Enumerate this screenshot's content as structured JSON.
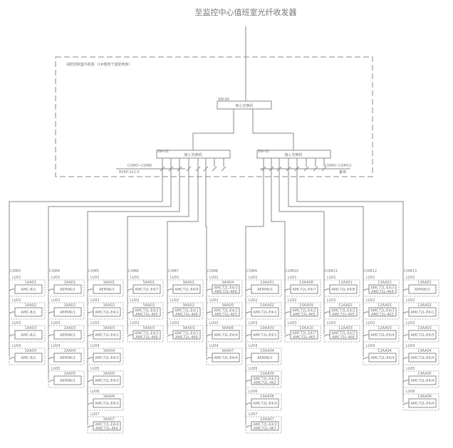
{
  "title": "至监控中心值班室光纤收发器",
  "enclosure_label": "消防控制室内机柜（1#楼地下室配电房）",
  "core_switch": {
    "tag": "SW-00",
    "label": "核心交换机"
  },
  "left_switch": {
    "tag": "SW-01",
    "label": "接入交换机",
    "port_note": "COM3~COM8",
    "cable_note": "RVSP-2x1.0"
  },
  "right_switch": {
    "tag": "SW-02",
    "label": "接入交换机",
    "port_note": "COM9~COM13",
    "cable_note": "备用"
  },
  "columns": [
    {
      "com": "COM3",
      "modules": [
        [
          "LU01",
          "1AA01",
          "AMC-B/1"
        ],
        [
          "LU02",
          "1AA02",
          "AMC-B/1"
        ],
        [
          "LU03",
          "1AA03",
          "AMC-B/1"
        ],
        [
          "LU04",
          "1AA04",
          "AMC-B/1"
        ]
      ]
    },
    {
      "com": "COM4",
      "modules": [
        [
          "LU01",
          "2AA01",
          "AEM96/1"
        ],
        [
          "LU02",
          "2AA02",
          "AEM96/1"
        ],
        [
          "LU03",
          "2AA03",
          "AEM96/1"
        ],
        [
          "LU04",
          "2AA04",
          "AEM96/1"
        ],
        [
          "LU05",
          "2AA05",
          "AEM96/1"
        ]
      ]
    },
    {
      "com": "COM5",
      "modules": [
        [
          "LU01",
          "3AA01",
          "AEM96/1"
        ],
        [
          "LU02",
          "3AA02",
          "AMC72L-E4/1"
        ],
        [
          "LU03",
          "3AA03",
          "AMC72L-E4/1"
        ],
        [
          "LU04",
          "3AA04",
          "AMC72L-E4/3"
        ],
        [
          "LU05",
          "3AA05",
          "AMC72L-E4/3"
        ],
        [
          "LU06",
          "3AA06",
          "AMC72L-E4/3"
        ],
        [
          "LU07",
          "3AA07",
          "AMC72L-E4/4",
          "AMC72L-4K4"
        ]
      ]
    },
    {
      "com": "COM6",
      "modules": [
        [
          "LU01",
          "5AA01",
          "AMC72L-E4/7"
        ],
        [
          "LU02",
          "5AA02",
          "AMC72L-E4/2",
          "AMC72L-4K5"
        ],
        [
          "LU03",
          "5AA03",
          "AMC72L-E4/2",
          "AMC72L-4K6"
        ]
      ]
    },
    {
      "com": "COM7",
      "modules": [
        [
          "LU01",
          "9AA01",
          "AMC72L-E4/9"
        ],
        [
          "LU02",
          "9AA02",
          "AMC72L-E4/1",
          "AMC72L-4K6"
        ],
        [
          "LU03",
          "9AA03",
          "AMC72L-E4/1",
          "AMC72L-4K6"
        ]
      ]
    },
    {
      "com": "COM8",
      "modules": [
        [
          "LU01",
          "9AA04",
          "AMC72L-E4/3",
          "AMC72L-4K6"
        ],
        [
          "LU02",
          "9AA05",
          "AMC72L-E4/2",
          "AMC72L-4K3"
        ],
        [
          "LU03",
          "9AA06",
          "AMC72L-E4/4"
        ],
        [
          "LU04",
          "9AA07",
          "AMC72L-E4/4"
        ]
      ]
    },
    {
      "com": "COM9",
      "modules": [
        [
          "LU01",
          "10AA01",
          "AEM96/1"
        ],
        [
          "LU02",
          "10AA02",
          "AMC72L-E4/1"
        ],
        [
          "LU03",
          "10AA03",
          "AMC72L-E4/1"
        ],
        [
          "LU04",
          "10AA04",
          "AEM96/1"
        ],
        [
          "LU05",
          "10AA05",
          "AMC72L-E4/3",
          "AMC72L-4K2"
        ],
        [
          "LU06",
          "10AA06",
          "AMC72L-E4/9"
        ],
        [
          "LU07",
          "10AA07",
          "AMC72L-E4/3",
          "AMC72L-4K7"
        ]
      ]
    },
    {
      "com": "COM10",
      "modules": [
        [
          "LU01",
          "10AA08",
          "AMC72L-E4/7"
        ],
        [
          "LU02",
          "10AA09",
          "AMC72L-E4/2",
          "AMC72L-4K5"
        ],
        [
          "LU03",
          "10AA10",
          "AMC72L-E4/7",
          "AMC72L-4K5"
        ]
      ]
    },
    {
      "com": "COM11",
      "modules": [
        [
          "LU01",
          "11AA01",
          "AMC72L-E4/8"
        ],
        [
          "LU02",
          "11AA02",
          "AMC72L-E4/2",
          "AMC72L-4K5"
        ],
        [
          "LU03",
          "11AA03",
          "AMC72L-E4/2",
          "AMC72L-4K6"
        ]
      ]
    },
    {
      "com": "COM12",
      "modules": [
        [
          "LU01",
          "12AA01",
          "AMC72L-E4/3",
          "AMC72L-4K4"
        ],
        [
          "LU02",
          "12AA02",
          "AMC72L-E4/3",
          "AMC72L-4K3"
        ],
        [
          "LU03",
          "12AA03",
          "AMC72L-E4/4"
        ],
        [
          "LU04",
          "12AA04",
          "AMC72L-E4/4"
        ]
      ]
    },
    {
      "com": "COM13",
      "modules": [
        [
          "LU01",
          "13AA01",
          "AEM96/1"
        ],
        [
          "LU02",
          "13AA02",
          "AMC72L-E4/1"
        ],
        [
          "LU03",
          "13AA03",
          "AMC72L-E4/5"
        ],
        [
          "LU04",
          "13AA04",
          "AMC72L-E4/4"
        ],
        [
          "LU05",
          "13AA05",
          "AMC72L-E4/4"
        ],
        [
          "LU06",
          "13AA06",
          "AMC72L-E4/4"
        ]
      ]
    }
  ]
}
